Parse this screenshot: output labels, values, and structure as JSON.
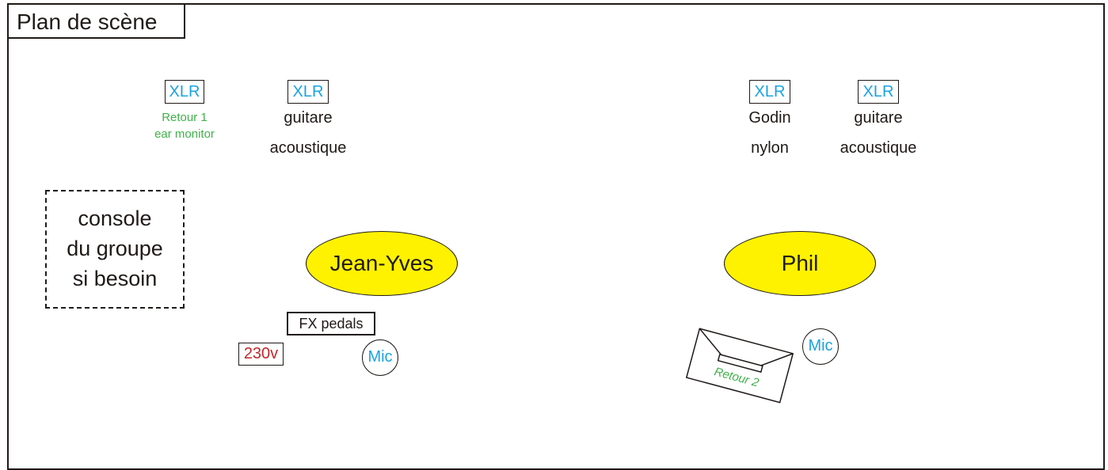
{
  "title": "Plan de scène",
  "inputs": [
    {
      "connector": "XLR",
      "label_lines": [
        "Retour 1",
        "ear monitor"
      ],
      "color": "#3fb14a"
    },
    {
      "connector": "XLR",
      "label_lines": [
        "guitare",
        "acoustique"
      ]
    },
    {
      "connector": "XLR",
      "label_lines": [
        "Godin",
        "nylon"
      ]
    },
    {
      "connector": "XLR",
      "label_lines": [
        "guitare",
        "acoustique"
      ]
    }
  ],
  "console": {
    "lines": [
      "console",
      "du groupe",
      "si besoin"
    ]
  },
  "musicians": [
    {
      "name": "Jean-Yves",
      "color": "#fff200"
    },
    {
      "name": "Phil",
      "color": "#fff200"
    }
  ],
  "fx_pedals": "FX pedals",
  "power": "230v",
  "mics": [
    "Mic",
    "Mic"
  ],
  "monitor_wedge": {
    "label": "Retour 2",
    "color": "#3fb14a"
  },
  "colors": {
    "connector_text": "#1aa3e0",
    "power_text": "#c1272d",
    "outline": "#1f1a17"
  }
}
